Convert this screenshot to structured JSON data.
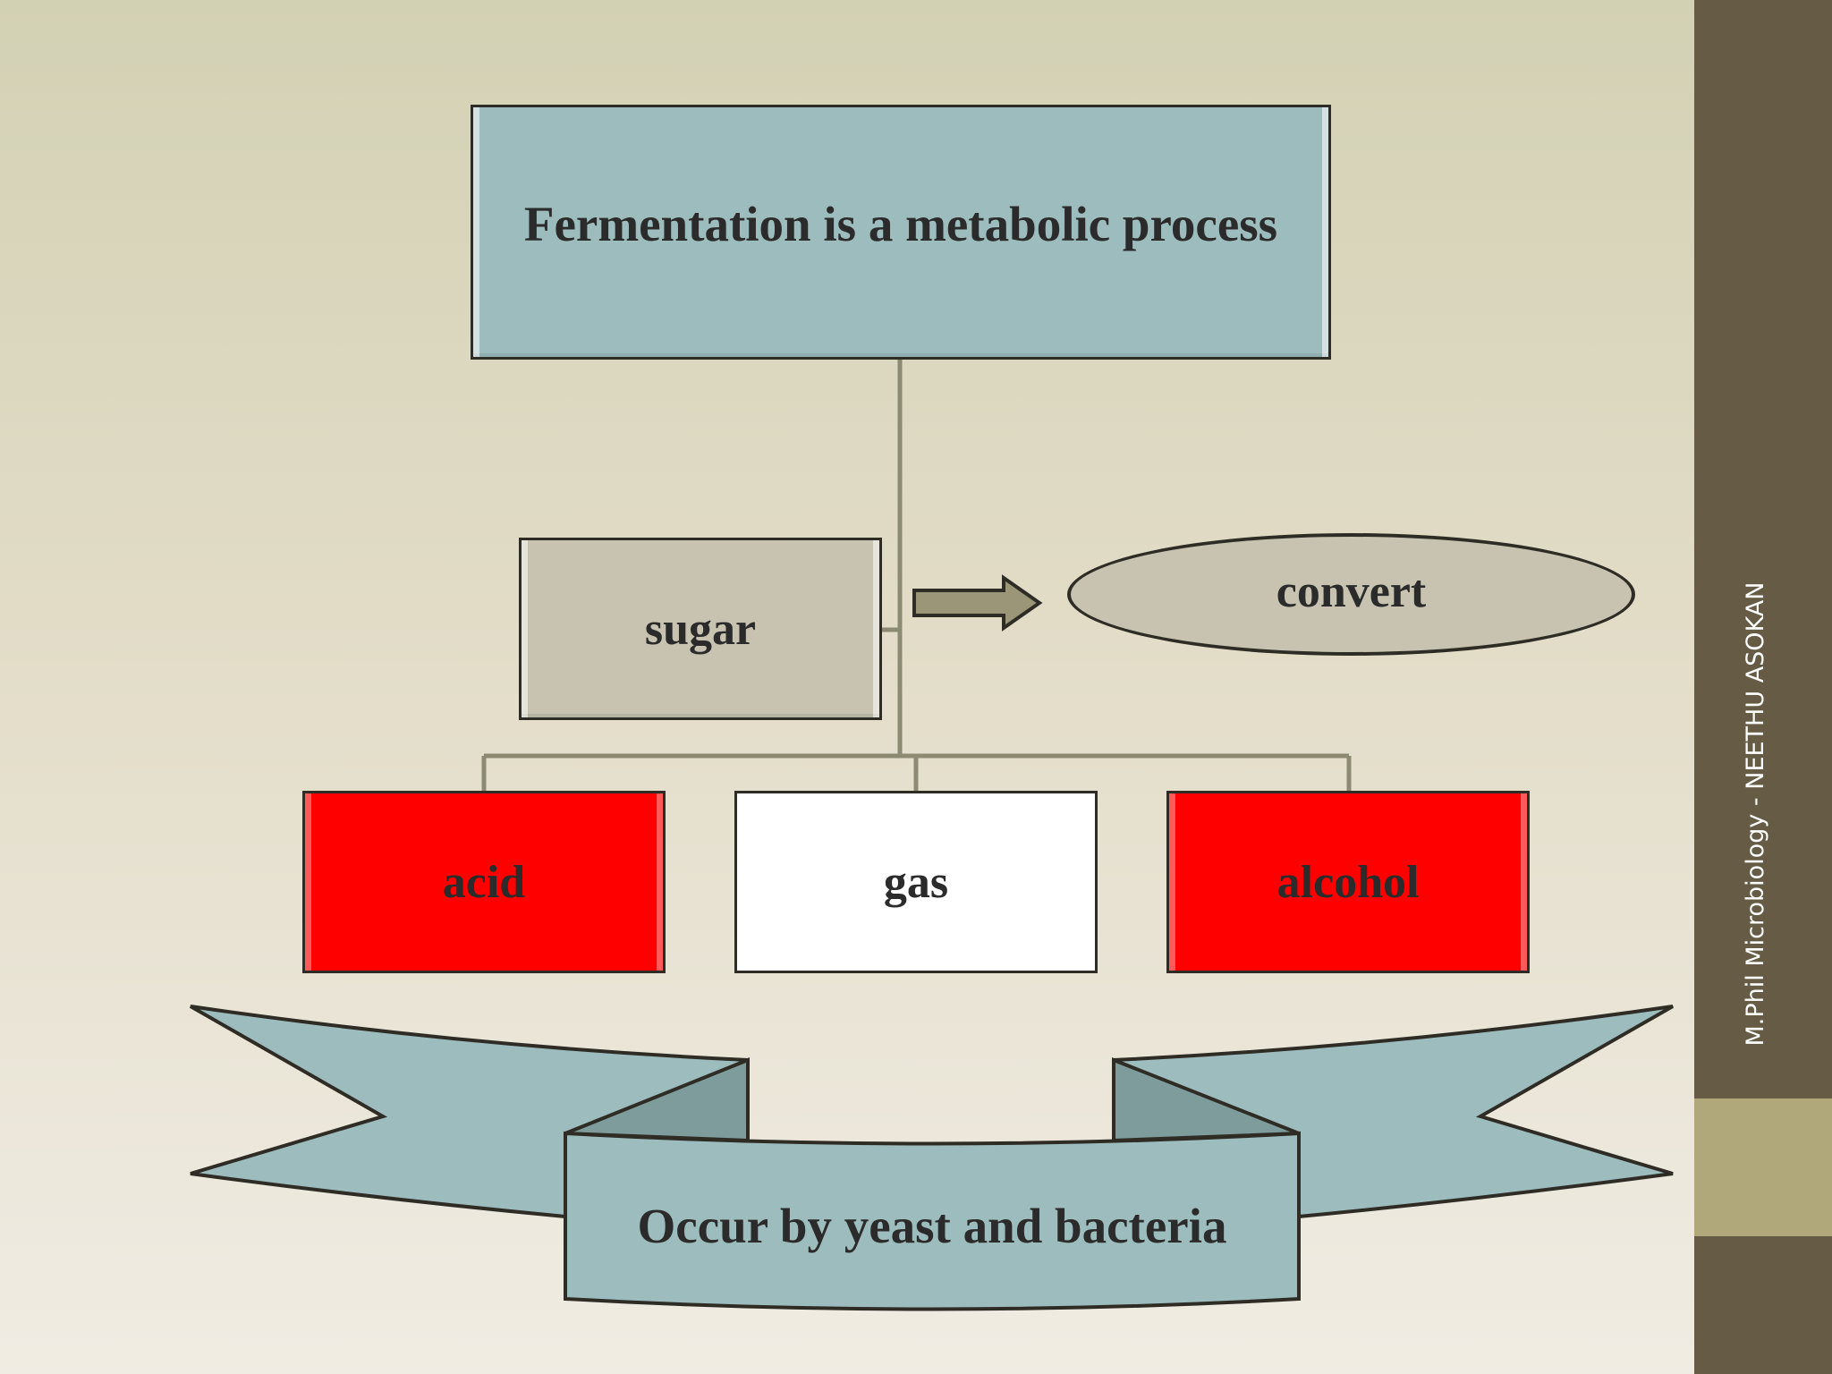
{
  "slide": {
    "background_top": "#d3d1b4",
    "background_bottom": "#f0ece3",
    "sidebar_color": "#665c45",
    "sidebar_accent_color": "#b0a77b"
  },
  "diagram": {
    "title_box": {
      "text": "Fermentation is a metabolic process",
      "color": "#9dbcbe"
    },
    "sugar_box": {
      "text": "sugar",
      "color": "#c7c3b0"
    },
    "arrow": {
      "icon": "right-arrow-icon",
      "color": "#9a9677"
    },
    "convert_ellipse": {
      "text": "convert",
      "color": "#c7c3b0"
    },
    "products": [
      {
        "text": "acid",
        "color": "#ff0000"
      },
      {
        "text": "gas",
        "color": "#ffffff"
      },
      {
        "text": "alcohol",
        "color": "#ff0000"
      }
    ],
    "connector_color": "#8c8a72",
    "banner": {
      "text": "Occur by yeast and bacteria",
      "color": "#9dbcbe",
      "fold_color": "#7e9c9c"
    }
  },
  "sidebar": {
    "vertical_text": "M.Phil Microbiology - NEETHU ASOKAN"
  }
}
